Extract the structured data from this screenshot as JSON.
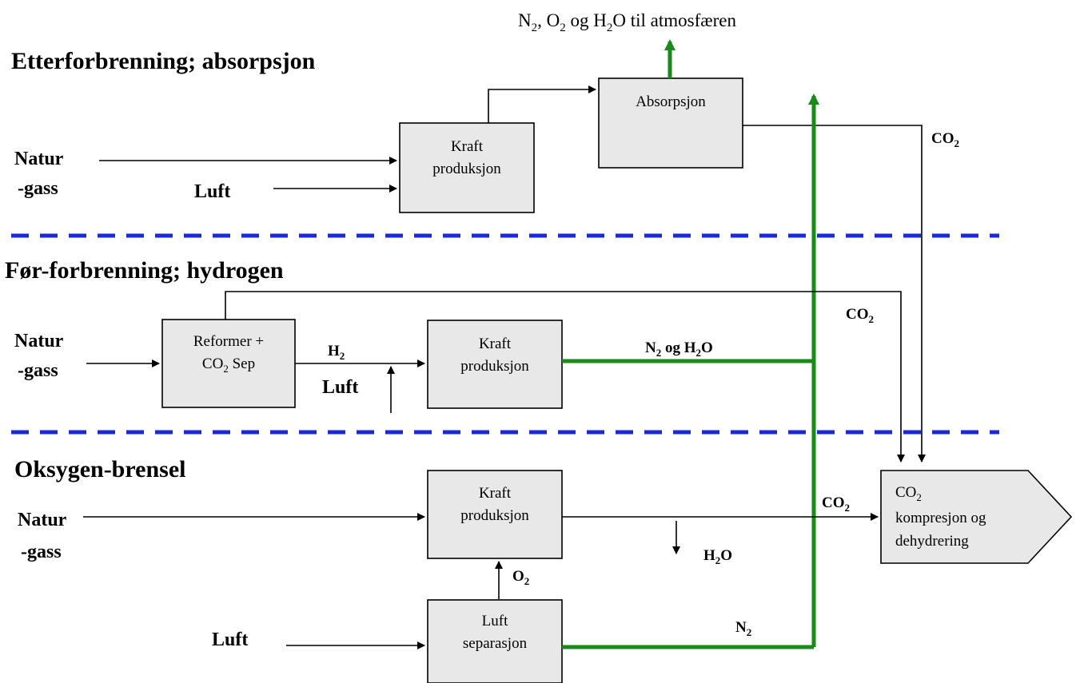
{
  "top_label": {
    "a": "N",
    "a_sub": "2",
    "b": ", O",
    "b_sub": "2",
    "c": " og H",
    "c_sub": "2",
    "d": "O til atmosfæren"
  },
  "sections": {
    "post": "Etterforbrenning; absorpsjon",
    "pre": "Før-forbrenning; hydrogen",
    "oxy": "Oksygen-brensel"
  },
  "inputs": {
    "natur": "Natur",
    "gass": "-gass",
    "luft": "Luft"
  },
  "boxes": {
    "kraft_line1": "Kraft",
    "kraft_line2": "produksjon",
    "absorpsjon": "Absorpsjon",
    "reformer_line1": "Reformer +",
    "reformer_line2_a": "CO",
    "reformer_line2_sub": "2",
    "reformer_line2_b": " Sep",
    "luftsep_line1": "Luft",
    "luftsep_line2": "separasjon",
    "komp_line1_a": "CO",
    "komp_line1_sub": "2",
    "komp_line2": "kompresjon og",
    "komp_line3": "dehydrering"
  },
  "flows": {
    "co2": "CO",
    "co2_sub": "2",
    "h2": "H",
    "h2_sub": "2",
    "n2og_a": "N",
    "n2og_sub1": "2",
    "n2og_b": " og H",
    "n2og_sub2": "2",
    "n2og_c": "O",
    "h2o_a": "H",
    "h2o_sub": "2",
    "h2o_b": "O",
    "o2": "O",
    "o2_sub": "2",
    "n2": "N",
    "n2_sub": "2"
  },
  "colors": {
    "green_flow": "#1a8a1a",
    "divider": "#1a2bd6",
    "box_fill": "#e8e8e8"
  }
}
